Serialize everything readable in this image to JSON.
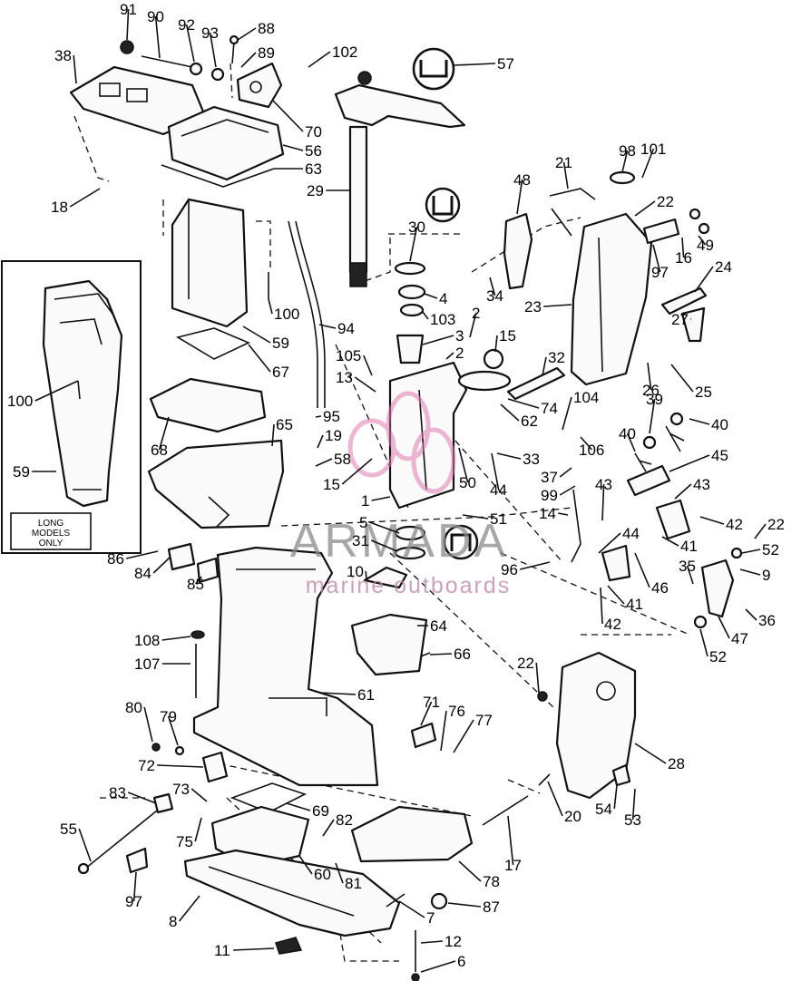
{
  "labels": [
    {
      "id": "91",
      "text": "91"
    },
    {
      "id": "90",
      "text": "90"
    },
    {
      "id": "92",
      "text": "92"
    },
    {
      "id": "93",
      "text": "93"
    },
    {
      "id": "88",
      "text": "88"
    },
    {
      "id": "89",
      "text": "89"
    },
    {
      "id": "102",
      "text": "102"
    },
    {
      "id": "57",
      "text": "57"
    },
    {
      "id": "38",
      "text": "38"
    },
    {
      "id": "70",
      "text": "70"
    },
    {
      "id": "56",
      "text": "56"
    },
    {
      "id": "63",
      "text": "63"
    },
    {
      "id": "29",
      "text": "29"
    },
    {
      "id": "18",
      "text": "18"
    },
    {
      "id": "98",
      "text": "98"
    },
    {
      "id": "101",
      "text": "101"
    },
    {
      "id": "21",
      "text": "21"
    },
    {
      "id": "48",
      "text": "48"
    },
    {
      "id": "22a",
      "text": "22"
    },
    {
      "id": "30",
      "text": "30"
    },
    {
      "id": "49",
      "text": "49"
    },
    {
      "id": "16",
      "text": "16"
    },
    {
      "id": "97a",
      "text": "97"
    },
    {
      "id": "24",
      "text": "24"
    },
    {
      "id": "34",
      "text": "34"
    },
    {
      "id": "100a",
      "text": "100"
    },
    {
      "id": "4",
      "text": "4"
    },
    {
      "id": "23",
      "text": "23"
    },
    {
      "id": "27",
      "text": "27"
    },
    {
      "id": "2a",
      "text": "2"
    },
    {
      "id": "103",
      "text": "103"
    },
    {
      "id": "94",
      "text": "94"
    },
    {
      "id": "3",
      "text": "3"
    },
    {
      "id": "15a",
      "text": "15"
    },
    {
      "id": "59a",
      "text": "59"
    },
    {
      "id": "105",
      "text": "105"
    },
    {
      "id": "2b",
      "text": "2"
    },
    {
      "id": "32",
      "text": "32"
    },
    {
      "id": "67",
      "text": "67"
    },
    {
      "id": "13",
      "text": "13"
    },
    {
      "id": "26",
      "text": "26"
    },
    {
      "id": "25",
      "text": "25"
    },
    {
      "id": "100b",
      "text": "100"
    },
    {
      "id": "104",
      "text": "104"
    },
    {
      "id": "39",
      "text": "39"
    },
    {
      "id": "74",
      "text": "74"
    },
    {
      "id": "62",
      "text": "62"
    },
    {
      "id": "95",
      "text": "95"
    },
    {
      "id": "65",
      "text": "65"
    },
    {
      "id": "40a",
      "text": "40"
    },
    {
      "id": "40b",
      "text": "40"
    },
    {
      "id": "68",
      "text": "68"
    },
    {
      "id": "19",
      "text": "19"
    },
    {
      "id": "58",
      "text": "58"
    },
    {
      "id": "106",
      "text": "106"
    },
    {
      "id": "45",
      "text": "45"
    },
    {
      "id": "59b",
      "text": "59"
    },
    {
      "id": "33",
      "text": "33"
    },
    {
      "id": "37",
      "text": "37"
    },
    {
      "id": "15b",
      "text": "15"
    },
    {
      "id": "50",
      "text": "50"
    },
    {
      "id": "44a",
      "text": "44"
    },
    {
      "id": "43a",
      "text": "43"
    },
    {
      "id": "43b",
      "text": "43"
    },
    {
      "id": "99",
      "text": "99"
    },
    {
      "id": "1",
      "text": "1"
    },
    {
      "id": "14",
      "text": "14"
    },
    {
      "id": "51",
      "text": "51"
    },
    {
      "id": "5",
      "text": "5"
    },
    {
      "id": "44b",
      "text": "44"
    },
    {
      "id": "42a",
      "text": "42"
    },
    {
      "id": "22b",
      "text": "22"
    },
    {
      "id": "31",
      "text": "31"
    },
    {
      "id": "41a",
      "text": "41"
    },
    {
      "id": "52a",
      "text": "52"
    },
    {
      "id": "86",
      "text": "86"
    },
    {
      "id": "10",
      "text": "10"
    },
    {
      "id": "96",
      "text": "96"
    },
    {
      "id": "9",
      "text": "9"
    },
    {
      "id": "84",
      "text": "84"
    },
    {
      "id": "85",
      "text": "85"
    },
    {
      "id": "46",
      "text": "46"
    },
    {
      "id": "35",
      "text": "35"
    },
    {
      "id": "41b",
      "text": "41"
    },
    {
      "id": "36",
      "text": "36"
    },
    {
      "id": "42b",
      "text": "42"
    },
    {
      "id": "64",
      "text": "64"
    },
    {
      "id": "47",
      "text": "47"
    },
    {
      "id": "108",
      "text": "108"
    },
    {
      "id": "52b",
      "text": "52"
    },
    {
      "id": "107",
      "text": "107"
    },
    {
      "id": "66",
      "text": "66"
    },
    {
      "id": "22c",
      "text": "22"
    },
    {
      "id": "61",
      "text": "61"
    },
    {
      "id": "80",
      "text": "80"
    },
    {
      "id": "79",
      "text": "79"
    },
    {
      "id": "71",
      "text": "71"
    },
    {
      "id": "76",
      "text": "76"
    },
    {
      "id": "77",
      "text": "77"
    },
    {
      "id": "28",
      "text": "28"
    },
    {
      "id": "72",
      "text": "72"
    },
    {
      "id": "83",
      "text": "83"
    },
    {
      "id": "73",
      "text": "73"
    },
    {
      "id": "20",
      "text": "20"
    },
    {
      "id": "54",
      "text": "54"
    },
    {
      "id": "53",
      "text": "53"
    },
    {
      "id": "69",
      "text": "69"
    },
    {
      "id": "82",
      "text": "82"
    },
    {
      "id": "55",
      "text": "55"
    },
    {
      "id": "75",
      "text": "75"
    },
    {
      "id": "17",
      "text": "17"
    },
    {
      "id": "60",
      "text": "60"
    },
    {
      "id": "81",
      "text": "81"
    },
    {
      "id": "78",
      "text": "78"
    },
    {
      "id": "97b",
      "text": "97"
    },
    {
      "id": "87",
      "text": "87"
    },
    {
      "id": "8",
      "text": "8"
    },
    {
      "id": "7",
      "text": "7"
    },
    {
      "id": "11",
      "text": "11"
    },
    {
      "id": "12",
      "text": "12"
    },
    {
      "id": "6",
      "text": "6"
    }
  ],
  "inset": {
    "note_line1": "LONG",
    "note_line2": "MODELS",
    "note_line3": "ONLY"
  },
  "watermark": {
    "brand": "ARMADA",
    "tagline": "marine outboards",
    "color": "#e07bb0"
  }
}
